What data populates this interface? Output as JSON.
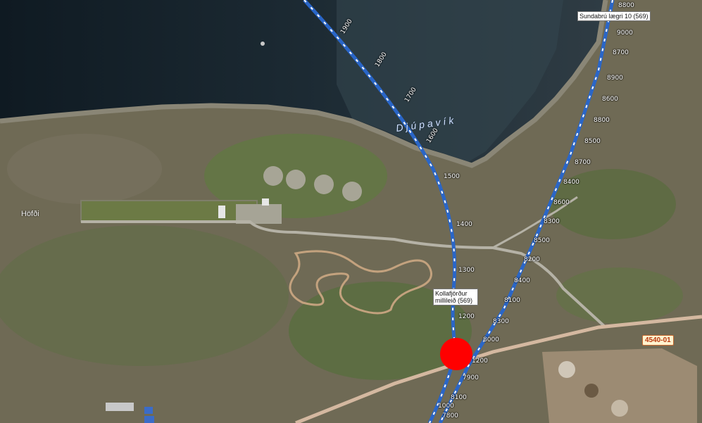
{
  "map": {
    "labels": {
      "hofdi": "Höfði",
      "djupavik": "Djúpavík",
      "sundabru": "Sundabrú lægri 10 (569)",
      "kollafjordur": "Kollafjörður millileið (569)",
      "road_code": "4540-01"
    },
    "route_a_kms": [
      "1900",
      "1800",
      "1700",
      "1600",
      "1500",
      "1400",
      "1300",
      "1200",
      "1200"
    ],
    "route_b_kms": [
      "8800",
      "9000",
      "8700",
      "8900",
      "8600",
      "8800",
      "8500",
      "8700",
      "8400",
      "8600",
      "8300",
      "8500",
      "8200",
      "8400",
      "8100",
      "8300",
      "8000",
      "7900",
      "8100",
      "7800",
      "1000"
    ],
    "marker": {
      "name": "selected-location",
      "color": "#ff0000"
    },
    "colors": {
      "sea": "#1f2a33",
      "land": "#6f6a55",
      "route_line": "#2a66c8",
      "road": "#d4b8a0"
    }
  }
}
